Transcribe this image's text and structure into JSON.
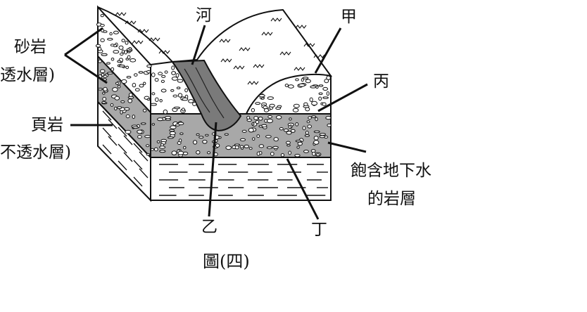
{
  "labels": {
    "sandstone_line1": "砂岩",
    "sandstone_line2": "透水層)",
    "shale_line1": "頁岩",
    "shale_line2": "不透水層)",
    "river": "河",
    "jia": "甲",
    "bing": "丙",
    "saturated_line1": "飽含地下水",
    "saturated_line2": "的岩層",
    "yi": "乙",
    "ding": "丁"
  },
  "caption": "圖(四)",
  "colors": {
    "line": "#111111",
    "saturated_fill": "#a8a8a8",
    "river_fill": "#7a7a7a",
    "background": "#ffffff"
  }
}
